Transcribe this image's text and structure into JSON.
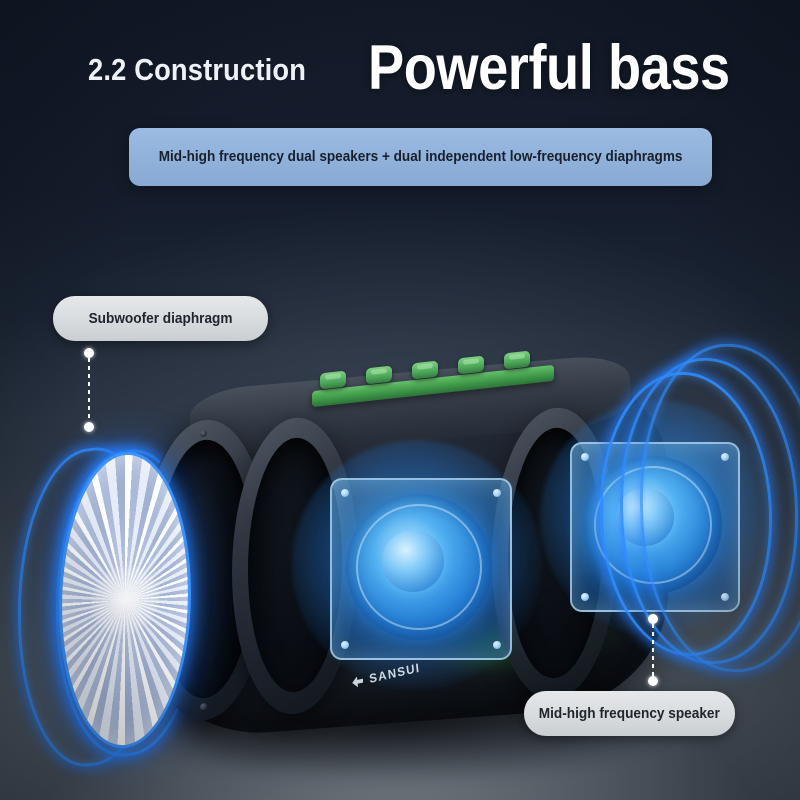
{
  "header": {
    "kicker": "2.2 Construction",
    "headline": "Powerful bass",
    "banner_text": "Mid-high frequency dual speakers + dual independent low-frequency diaphragms"
  },
  "callouts": [
    {
      "id": "subwoofer",
      "label": "Subwoofer diaphragm"
    },
    {
      "id": "mid-high",
      "label": "Mid-high frequency speaker"
    }
  ],
  "product": {
    "brand": "SANSUI",
    "control_buttons_count": 5
  },
  "colors": {
    "background_top": "#141b2a",
    "background_bottom": "#5a636c",
    "banner_bg": "#8fb1da",
    "banner_text": "#18202e",
    "pill_bg": "#d6dadd",
    "pill_text": "#20262e",
    "headline": "#ffffff",
    "neon_blue": "#308cff",
    "driver_blue": "#2f8ce0",
    "button_green": "#4da85a",
    "leader_line": "#ffffff"
  }
}
